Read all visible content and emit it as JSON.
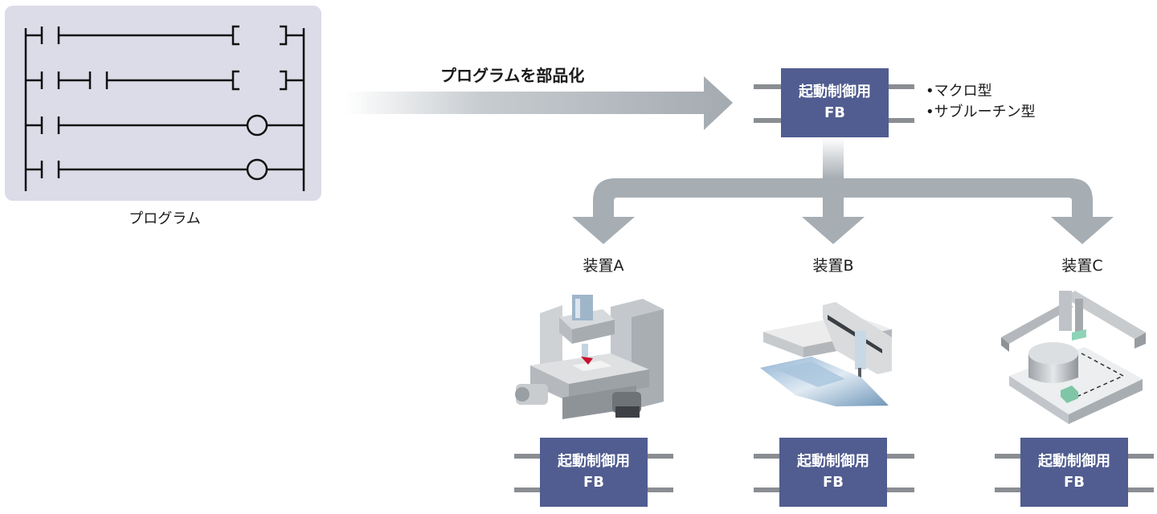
{
  "program": {
    "caption": "プログラム"
  },
  "arrow_label": "プログラムを部品化",
  "main_fb": {
    "line1": "起動制御用",
    "line2": "FB"
  },
  "fb_types": [
    "•マクロ型",
    "•サブルーチン型"
  ],
  "devices": [
    {
      "label": "装置A",
      "fb_line1": "起動制御用",
      "fb_line2": "FB",
      "illustration": "machining-center"
    },
    {
      "label": "装置B",
      "fb_line1": "起動制御用",
      "fb_line2": "FB",
      "illustration": "dispensing-robot"
    },
    {
      "label": "装置C",
      "fb_line1": "起動制御用",
      "fb_line2": "FB",
      "illustration": "gantry-robot"
    }
  ],
  "colors": {
    "fb_fill": "#515d90",
    "arrow_gray": "#a6adb3",
    "panel_bg": "#dcdce8"
  }
}
